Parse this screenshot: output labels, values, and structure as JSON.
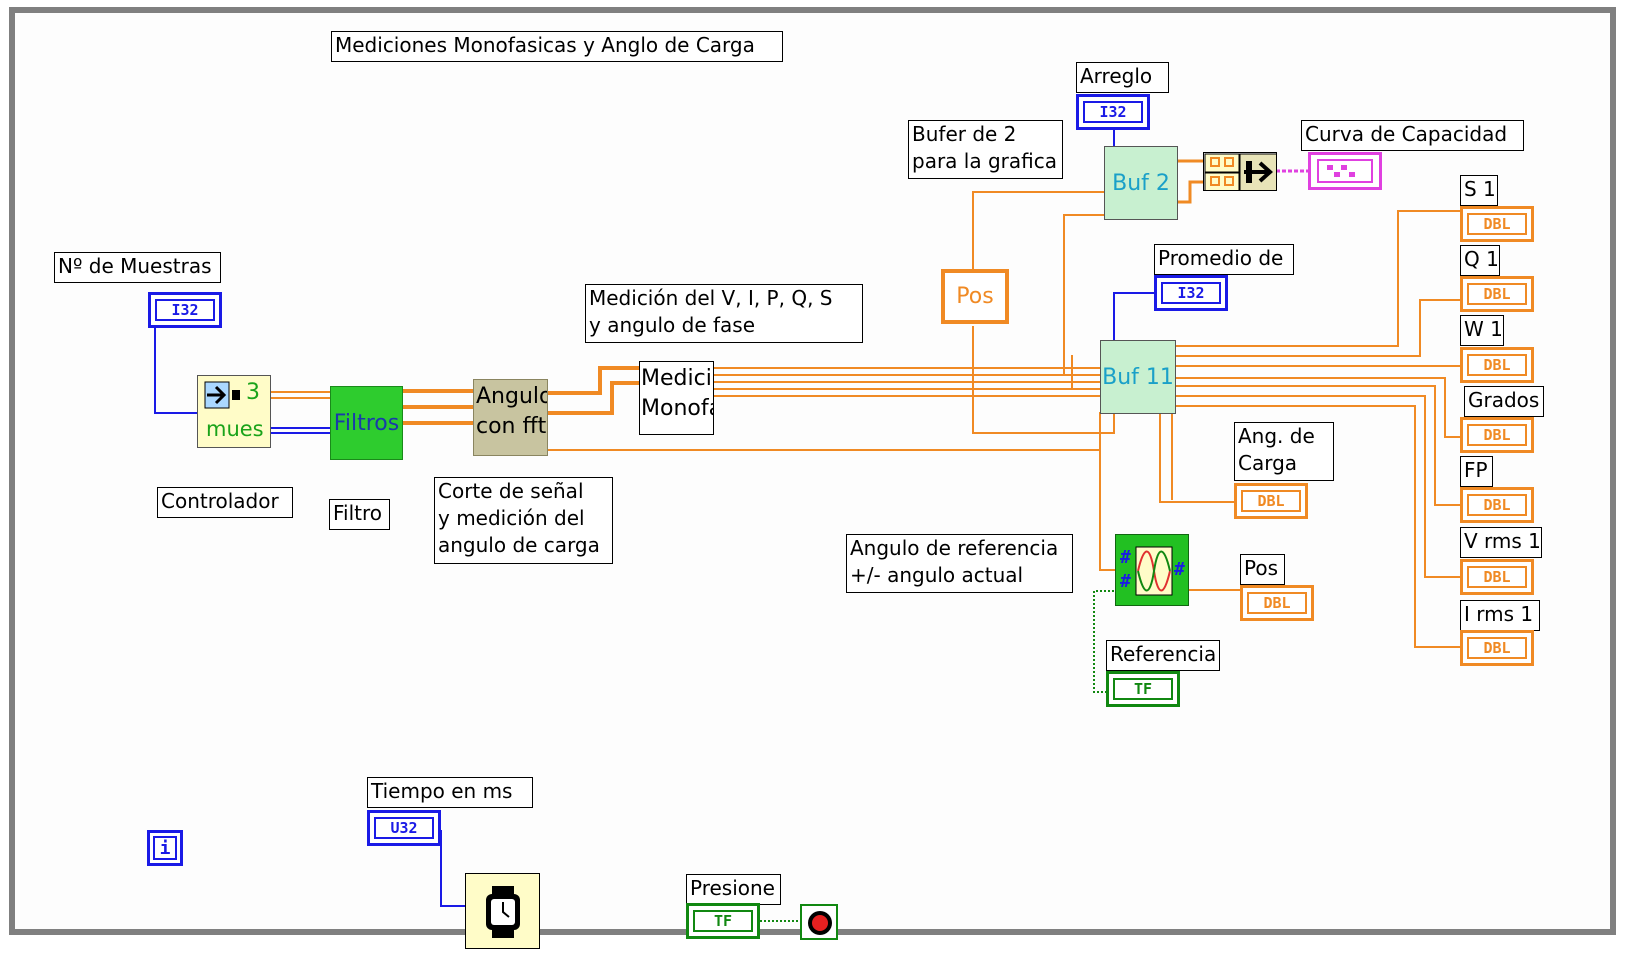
{
  "title": "Mediciones Monofasicas y Anglo de Carga",
  "labels": {
    "muestras": "Nº de Muestras",
    "controlador": "Controlador",
    "filtro": "Filtro",
    "corte": "Corte de señal\ny medición del\nangulo de carga",
    "medicion": "Medición del V, I, P, Q, S\ny angulo de fase",
    "bufer": "Bufer de 2\npara la grafica",
    "arreglo": "Arreglo",
    "curva": "Curva de Capacidad",
    "promedio": "Promedio de",
    "ang_carga": "Ang. de\nCarga",
    "angulo_ref": "Angulo de referencia\n+/- angulo actual",
    "pos": "Pos",
    "referencia": "Referencia",
    "tiempo": "Tiempo en ms",
    "presione": "Presione",
    "s1": "S 1",
    "q1": "Q 1",
    "w1": "W 1",
    "grados": "Grados",
    "fp": "FP",
    "vrms": "V rms 1",
    "irms": "I rms 1"
  },
  "terminals": {
    "i32": "I32",
    "u32": "U32",
    "dbl": "DBL",
    "tf": "TF"
  },
  "nodes": {
    "controller_num": "3",
    "controller_text": "mues",
    "filtros": "Filtros",
    "angulo": "Angulo\ncon fft",
    "medicion": "Medicio\nMonofa",
    "buf2": "Buf 2",
    "buf11": "Buf 11",
    "pos": "Pos",
    "iteration": "i"
  },
  "colors": {
    "numeric_wire": "#f08a24",
    "integer_wire": "#1a1ae6",
    "boolean_wire": "#118811",
    "cluster_wire": "#e040e0",
    "filtros_fill": "#2ecc2e",
    "angulo_fill": "#c8c4a0",
    "buffer_fill": "#c8f0d0",
    "subvi_fill": "#fffcc8"
  }
}
